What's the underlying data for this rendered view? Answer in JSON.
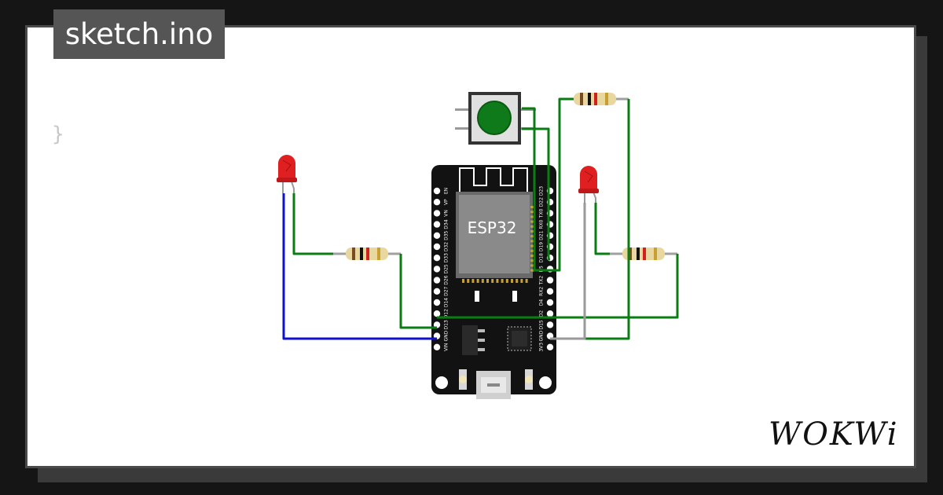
{
  "window": {
    "file_name": "sketch.ino"
  },
  "editor": {
    "code_snippet": "}"
  },
  "board": {
    "chip_label": "ESP32",
    "left_pins": [
      "EN",
      "VP",
      "VN",
      "D34",
      "D35",
      "D32",
      "D33",
      "D25",
      "D26",
      "D27",
      "D14",
      "D12",
      "D13",
      "GND",
      "VIN"
    ],
    "right_pins": [
      "D23",
      "D22",
      "TX0",
      "RX0",
      "D21",
      "D19",
      "D18",
      "D5",
      "TX2",
      "RX2",
      "D4",
      "D2",
      "D15",
      "GND",
      "3V3"
    ]
  },
  "branding": {
    "logo_text": "WOKWi"
  },
  "colors": {
    "wire_green": "#0a7d12",
    "wire_blue": "#1010cc",
    "wire_gray": "#9a9a9a",
    "board": "#121212",
    "chip": "#8a8a8a",
    "led": "#e02020",
    "button_cap": "#0f7a1a"
  }
}
